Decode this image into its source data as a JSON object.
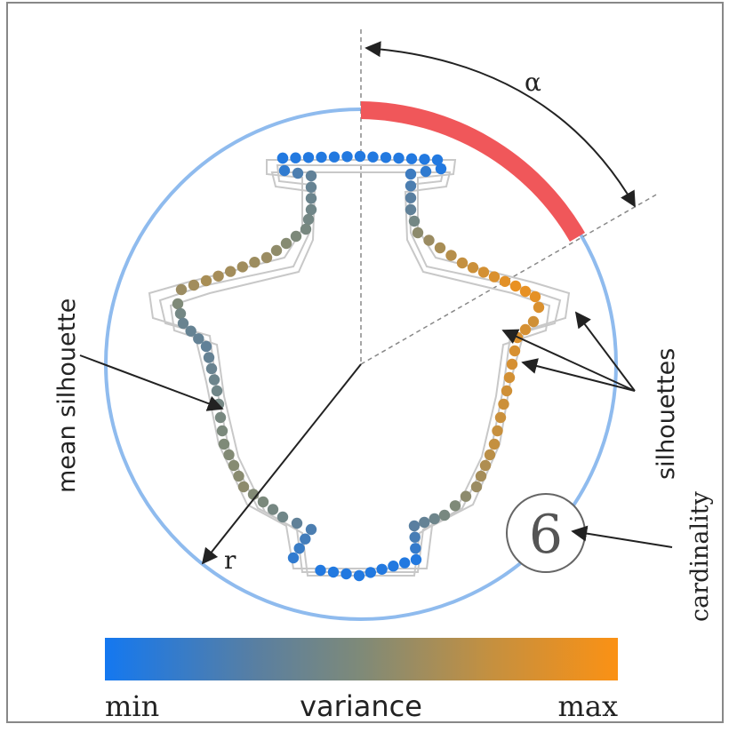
{
  "labels": {
    "alpha": "α",
    "r": "r",
    "mean_silhouette": "mean silhouette",
    "silhouettes": "silhouettes",
    "cardinality": "cardinality",
    "cardinality_value": "6"
  },
  "colorbar": {
    "min": "min",
    "title": "variance",
    "max": "max",
    "stops": [
      "#1478f0",
      "#5a7fa0",
      "#7f8a78",
      "#c49040",
      "#fb9114"
    ]
  },
  "colors": {
    "frame": "#888888",
    "circle": "#8fbbee",
    "angle_arc": "#f0575a",
    "axis": "#888888",
    "arrow": "#222222",
    "silhouette": "#c8c8c8",
    "badge_border": "#666666",
    "badge_text": "#555555"
  }
}
